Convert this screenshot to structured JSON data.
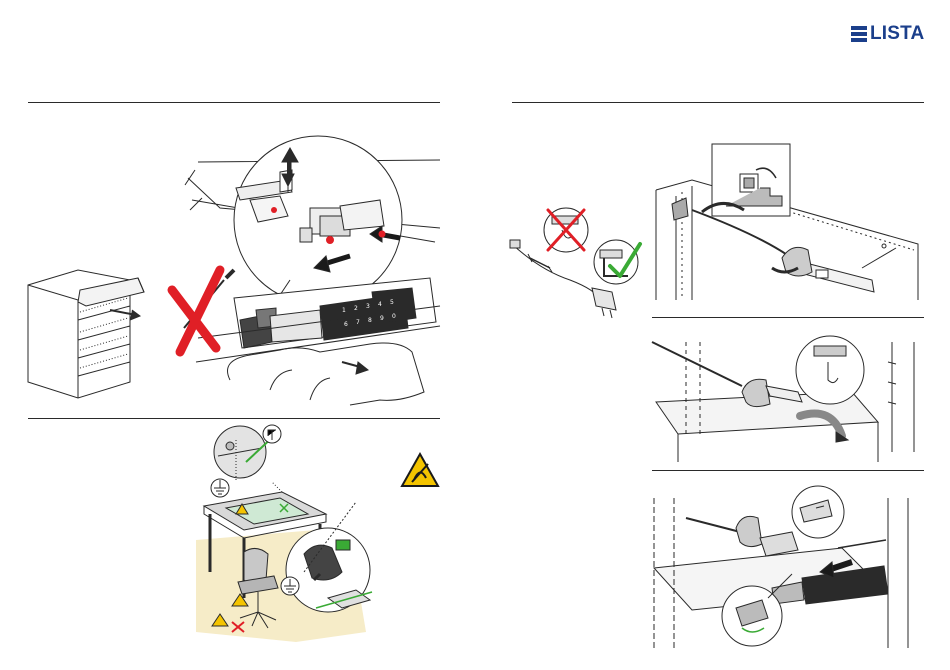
{
  "brand": {
    "name": "LISTA",
    "color": "#1b3f8b"
  },
  "colors": {
    "line": "#2a2a2a",
    "warning_red": "#e01f26",
    "ok_green": "#3aaa35",
    "esd_yellow": "#f4c400",
    "floor": "#f6ecc8",
    "mat": "#cfe9d4"
  },
  "keypad": {
    "digits": [
      "1",
      "2",
      "3",
      "4",
      "5",
      "6",
      "7",
      "8",
      "9",
      "0"
    ]
  },
  "icons": [
    "lista-logo-icon",
    "screwdriver-prohibited-icon",
    "check-icon",
    "cross-icon",
    "esd-warning-icon",
    "ground-symbol-icon"
  ]
}
